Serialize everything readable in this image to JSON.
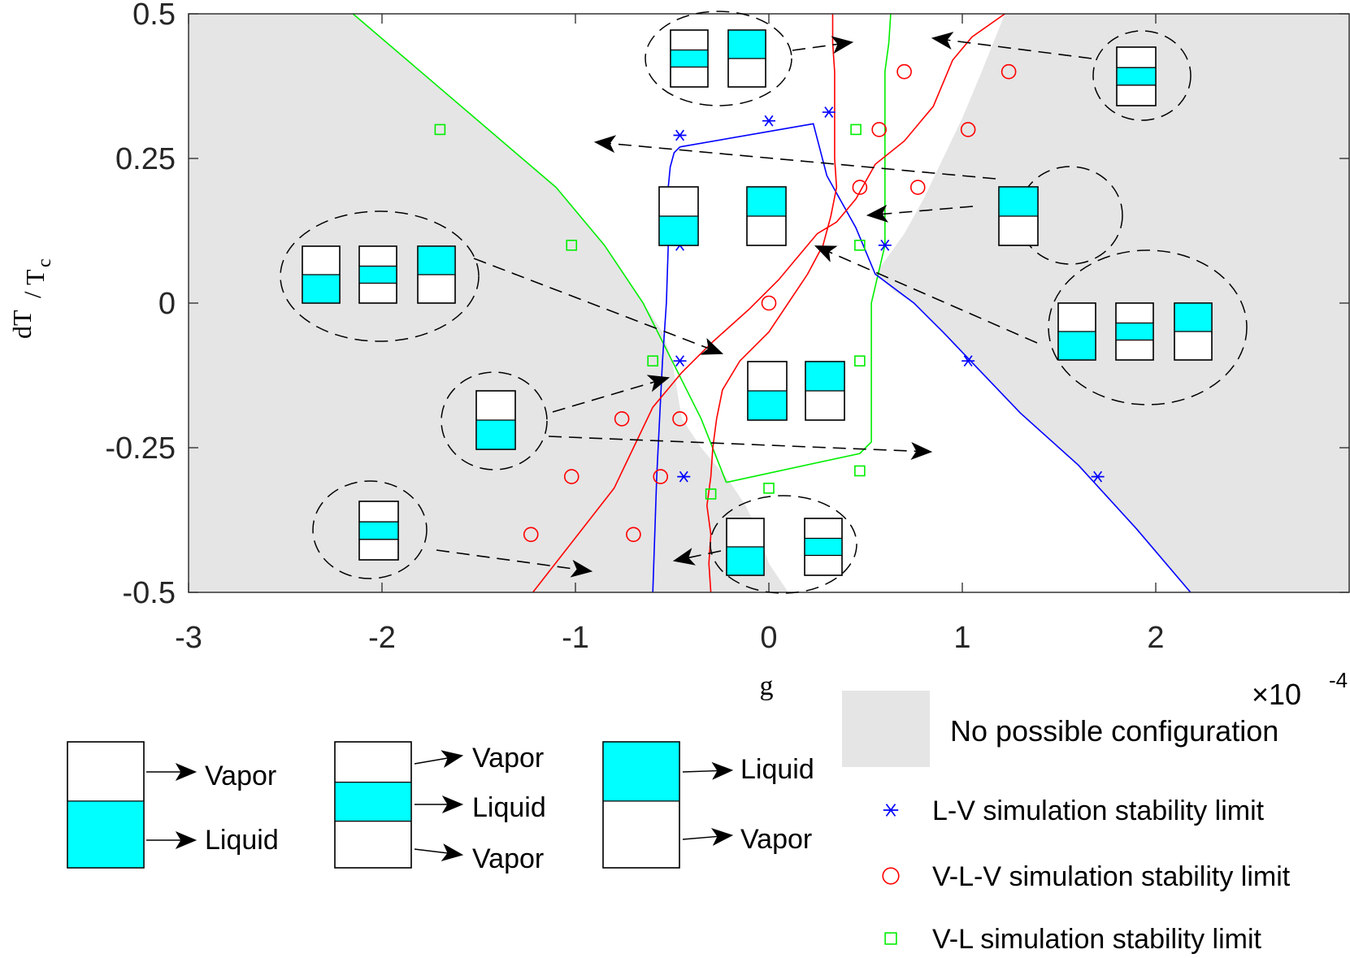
{
  "chart_data": {
    "type": "scatter",
    "title": "",
    "xlabel": "g",
    "ylabel": "dT/Tc",
    "ylabel_num": "dT",
    "ylabel_den": "T",
    "ylabel_sub": "c",
    "xlim": [
      -0.0003,
      0.0003
    ],
    "ylim": [
      -0.5,
      0.5
    ],
    "x_exponent_label": "×10",
    "x_exponent_power": "-4",
    "xticks": [
      {
        "v": -3,
        "label": "-3"
      },
      {
        "v": -2,
        "label": "-2"
      },
      {
        "v": -1,
        "label": "-1"
      },
      {
        "v": 0,
        "label": "0"
      },
      {
        "v": 1,
        "label": "1"
      },
      {
        "v": 2,
        "label": "2"
      }
    ],
    "yticks": [
      {
        "v": 0.5,
        "label": "0.5"
      },
      {
        "v": 0.25,
        "label": "0.25"
      },
      {
        "v": 0,
        "label": "0"
      },
      {
        "v": -0.25,
        "label": "-0.25"
      },
      {
        "v": -0.5,
        "label": "-0.5"
      }
    ],
    "grid": false,
    "legend_position": "bottom-right",
    "colors": {
      "lv": "#0000ff",
      "vlv": "#ff0000",
      "vl": "#00ee00",
      "shade": "#e5e5e5",
      "liquid": "#00ffff"
    },
    "shaded_regions": [
      {
        "name": "No possible configuration",
        "x": [
          -3,
          -2.15,
          -1.8,
          -1.45,
          -1.1,
          -0.85,
          -0.65,
          -0.55,
          -0.5,
          -0.45,
          -0.35,
          -0.2,
          -0.12,
          -0.05,
          0.0,
          0.1,
          0.2,
          0.3,
          0.4,
          0.5,
          0.6,
          0.75,
          0.9,
          1.05,
          1.15,
          1.25,
          1.35,
          -1.22,
          -3
        ],
        "y": [
          0.5,
          0.5,
          0.4,
          0.3,
          0.2,
          0.1,
          0.0,
          -0.05,
          -0.1,
          -0.2,
          -0.25,
          -0.31,
          -0.35,
          -0.4,
          -0.45,
          -0.5,
          -0.5,
          -0.5,
          -0.5,
          -0.5,
          -0.5,
          -0.5,
          -0.5,
          -0.5,
          -0.5,
          -0.5,
          -0.5,
          -0.5,
          -0.5
        ]
      },
      {
        "name": "No possible configuration",
        "x": [
          1.22,
          3,
          3,
          2.18,
          1.9,
          1.6,
          1.3,
          1.1,
          0.9,
          0.75,
          0.65,
          0.55,
          0.7,
          0.8,
          0.9,
          1.0,
          1.1
        ],
        "y": [
          0.5,
          0.5,
          -0.5,
          -0.5,
          -0.39,
          -0.28,
          -0.19,
          -0.12,
          -0.05,
          0.0,
          0.02,
          0.05,
          0.12,
          0.18,
          0.25,
          0.32,
          0.4
        ]
      }
    ],
    "curves": [
      {
        "name": "green-left",
        "color": "#00ee00",
        "x": [
          -2.15,
          -1.8,
          -1.45,
          -1.1,
          -0.85,
          -0.65,
          -0.5,
          -0.35,
          -0.22
        ],
        "y": [
          0.5,
          0.4,
          0.3,
          0.2,
          0.1,
          0.0,
          -0.1,
          -0.2,
          -0.31
        ]
      },
      {
        "name": "green-right",
        "color": "#00ee00",
        "x": [
          -0.22,
          0.47,
          0.53,
          0.53,
          0.6,
          0.6,
          0.6,
          0.6,
          0.6,
          0.62,
          0.63
        ],
        "y": [
          -0.31,
          -0.26,
          -0.24,
          0.0,
          0.1,
          0.2,
          0.3,
          0.35,
          0.4,
          0.45,
          0.5
        ]
      },
      {
        "name": "blue-left",
        "color": "#0000ff",
        "x": [
          -0.6,
          -0.58,
          -0.55,
          -0.53,
          -0.52,
          -0.52,
          -0.51,
          -0.49,
          -0.46
        ],
        "y": [
          -0.5,
          -0.3,
          -0.1,
          0.0,
          0.1,
          0.2,
          0.235,
          0.26,
          0.27
        ]
      },
      {
        "name": "blue-top",
        "color": "#0000ff",
        "x": [
          -0.46,
          0.23,
          0.3
        ],
        "y": [
          0.27,
          0.31,
          0.22
        ]
      },
      {
        "name": "blue-right",
        "color": "#0000ff",
        "x": [
          0.3,
          0.45,
          0.55,
          0.75,
          0.9,
          1.1,
          1.3,
          1.6,
          1.9,
          2.18
        ],
        "y": [
          0.22,
          0.13,
          0.05,
          0.0,
          -0.05,
          -0.12,
          -0.19,
          -0.28,
          -0.39,
          -0.5
        ]
      },
      {
        "name": "red-main",
        "color": "#ff0000",
        "x": [
          -1.22,
          -0.8,
          -0.7,
          -0.6,
          -0.45,
          -0.3,
          -0.1,
          0.05,
          0.15,
          0.25,
          0.35,
          0.45,
          0.55,
          0.7,
          0.85,
          0.9,
          0.95,
          1.05,
          1.22
        ],
        "y": [
          -0.5,
          -0.32,
          -0.25,
          -0.18,
          -0.12,
          -0.07,
          -0.01,
          0.04,
          0.08,
          0.12,
          0.14,
          0.18,
          0.24,
          0.28,
          0.34,
          0.38,
          0.42,
          0.46,
          0.5
        ]
      },
      {
        "name": "red-vertical",
        "color": "#ff0000",
        "x": [
          -0.3,
          -0.31,
          -0.3,
          -0.32,
          -0.3,
          -0.29,
          -0.27,
          -0.24,
          -0.15,
          0.0,
          0.1,
          0.2,
          0.28,
          0.32,
          0.35,
          0.34,
          0.34,
          0.34,
          0.34,
          0.33,
          0.33
        ],
        "y": [
          -0.5,
          -0.45,
          -0.4,
          -0.35,
          -0.3,
          -0.25,
          -0.2,
          -0.15,
          -0.1,
          -0.05,
          0.0,
          0.05,
          0.1,
          0.15,
          0.2,
          0.25,
          0.3,
          0.35,
          0.4,
          0.45,
          0.5
        ]
      }
    ],
    "series": [
      {
        "name": "L-V simulation stability limit",
        "marker": "star",
        "color": "#0000ff",
        "x": [
          -0.46,
          0.0,
          0.31,
          -0.46,
          0.6,
          -0.46,
          1.03,
          -0.44,
          1.7
        ],
        "y": [
          0.29,
          0.315,
          0.33,
          0.1,
          0.1,
          -0.1,
          -0.1,
          -0.3,
          -0.3
        ]
      },
      {
        "name": "V-L-V simulation stability limit",
        "marker": "circle",
        "color": "#ff0000",
        "x": [
          0.7,
          1.24,
          0.57,
          1.03,
          0.47,
          0.77,
          0.0,
          -0.76,
          -0.46,
          -1.02,
          -0.56,
          -1.23,
          -0.7
        ],
        "y": [
          0.4,
          0.4,
          0.3,
          0.3,
          0.2,
          0.2,
          0.0,
          -0.2,
          -0.2,
          -0.3,
          -0.3,
          -0.4,
          -0.4
        ]
      },
      {
        "name": "V-L simulation stability limit",
        "marker": "square",
        "color": "#00ee00",
        "x": [
          -1.7,
          0.45,
          -1.02,
          0.47,
          -0.6,
          0.47,
          0.47,
          0.0,
          -0.3
        ],
        "y": [
          0.3,
          0.3,
          0.1,
          0.1,
          -0.1,
          -0.1,
          -0.29,
          -0.32,
          -0.33
        ]
      }
    ],
    "legend": [
      {
        "marker": "shade",
        "label": "No possible configuration"
      },
      {
        "marker": "star",
        "label": "L-V simulation stability limit"
      },
      {
        "marker": "circle",
        "label": "V-L-V simulation stability limit"
      },
      {
        "marker": "square",
        "label": "V-L simulation stability limit"
      }
    ],
    "configuration_key": [
      {
        "labels": [
          "Vapor",
          "Liquid"
        ]
      },
      {
        "labels": [
          "Vapor",
          "Liquid",
          "Vapor"
        ]
      },
      {
        "labels": [
          "Liquid",
          "Vapor"
        ]
      }
    ]
  }
}
